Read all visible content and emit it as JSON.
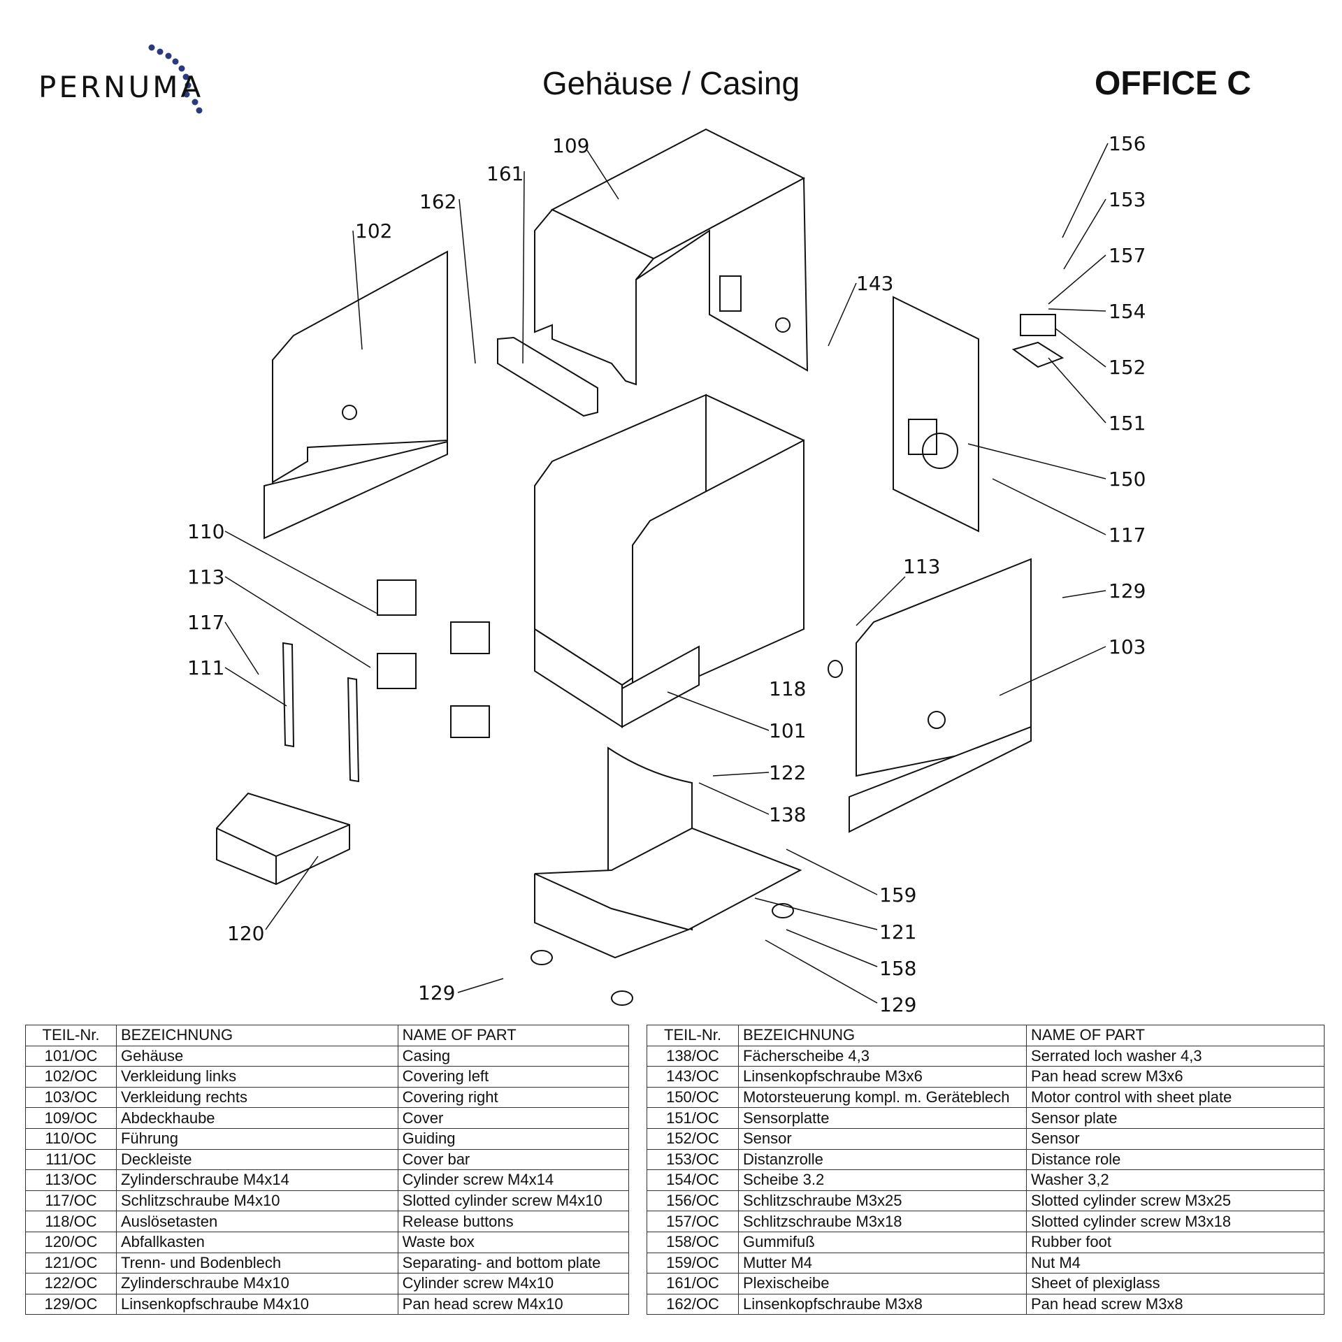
{
  "header": {
    "logo_text": "PERNUMA",
    "title": "Gehäuse / Casing",
    "model": "OFFICE C"
  },
  "callouts": {
    "c109": "109",
    "c161": "161",
    "c162": "162",
    "c102": "102",
    "c143": "143",
    "c156": "156",
    "c153": "153",
    "c157": "157",
    "c154": "154",
    "c152": "152",
    "c151": "151",
    "c150": "150",
    "c117a": "117",
    "c110": "110",
    "c113a": "113",
    "c117b": "117",
    "c111": "111",
    "c113b": "113",
    "c129a": "129",
    "c103": "103",
    "c118": "118",
    "c101": "101",
    "c122": "122",
    "c138": "138",
    "c159": "159",
    "c121": "121",
    "c158": "158",
    "c129b": "129",
    "c120": "120",
    "c129c": "129"
  },
  "table_left": {
    "headers": [
      "TEIL-Nr.",
      "BEZEICHNUNG",
      "NAME OF PART"
    ],
    "rows": [
      [
        "101/OC",
        "Gehäuse",
        "Casing"
      ],
      [
        "102/OC",
        "Verkleidung links",
        "Covering left"
      ],
      [
        "103/OC",
        "Verkleidung rechts",
        "Covering right"
      ],
      [
        "109/OC",
        "Abdeckhaube",
        "Cover"
      ],
      [
        "110/OC",
        "Führung",
        "Guiding"
      ],
      [
        "111/OC",
        "Deckleiste",
        "Cover bar"
      ],
      [
        "113/OC",
        "Zylinderschraube M4x14",
        "Cylinder screw M4x14"
      ],
      [
        "117/OC",
        "Schlitzschraube M4x10",
        "Slotted cylinder screw M4x10"
      ],
      [
        "118/OC",
        "Auslösetasten",
        "Release buttons"
      ],
      [
        "120/OC",
        "Abfallkasten",
        "Waste box"
      ],
      [
        "121/OC",
        "Trenn- und Bodenblech",
        "Separating- and bottom plate"
      ],
      [
        "122/OC",
        "Zylinderschraube M4x10",
        "Cylinder screw M4x10"
      ],
      [
        "129/OC",
        "Linsenkopfschraube M4x10",
        "Pan head screw M4x10"
      ]
    ]
  },
  "table_right": {
    "headers": [
      "TEIL-Nr.",
      "BEZEICHNUNG",
      "NAME OF PART"
    ],
    "rows": [
      [
        "138/OC",
        "Fächerscheibe 4,3",
        "Serrated loch washer 4,3"
      ],
      [
        "143/OC",
        "Linsenkopfschraube M3x6",
        "Pan head screw M3x6"
      ],
      [
        "150/OC",
        "Motorsteuerung kompl. m. Geräteblech",
        "Motor control with sheet plate"
      ],
      [
        "151/OC",
        "Sensorplatte",
        "Sensor plate"
      ],
      [
        "152/OC",
        "Sensor",
        "Sensor"
      ],
      [
        "153/OC",
        "Distanzrolle",
        "Distance role"
      ],
      [
        "154/OC",
        "Scheibe 3.2",
        "Washer 3,2"
      ],
      [
        "156/OC",
        "Schlitzschraube M3x25",
        "Slotted cylinder screw M3x25"
      ],
      [
        "157/OC",
        "Schlitzschraube M3x18",
        "Slotted cylinder screw M3x18"
      ],
      [
        "158/OC",
        "Gummifuß",
        "Rubber foot"
      ],
      [
        "159/OC",
        "Mutter M4",
        "Nut M4"
      ],
      [
        "161/OC",
        "Plexischeibe",
        "Sheet of plexiglass"
      ],
      [
        "162/OC",
        "Linsenkopfschraube M3x8",
        "Pan head screw M3x8"
      ]
    ]
  }
}
